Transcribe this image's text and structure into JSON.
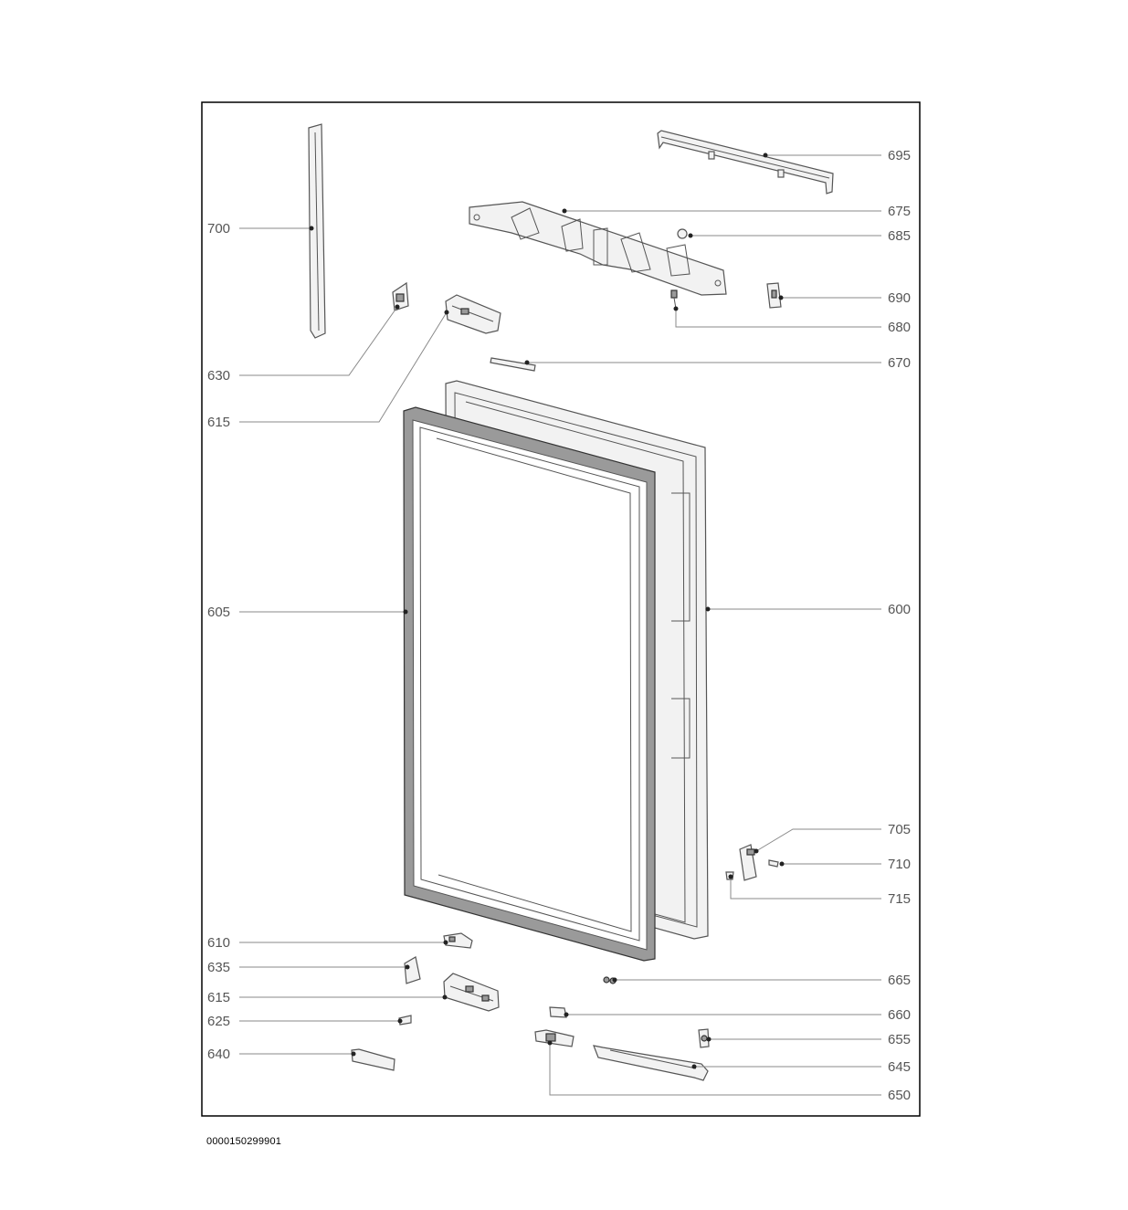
{
  "document_code": "0000150299901",
  "callouts": {
    "c700": "700",
    "c630": "630",
    "c615a": "615",
    "c605": "605",
    "c610": "610",
    "c635": "635",
    "c615b": "615",
    "c625": "625",
    "c640": "640",
    "c695": "695",
    "c675": "675",
    "c685": "685",
    "c690": "690",
    "c680": "680",
    "c670": "670",
    "c600": "600",
    "c705": "705",
    "c710": "710",
    "c715": "715",
    "c665": "665",
    "c660": "660",
    "c655": "655",
    "c645": "645",
    "c650": "650"
  }
}
